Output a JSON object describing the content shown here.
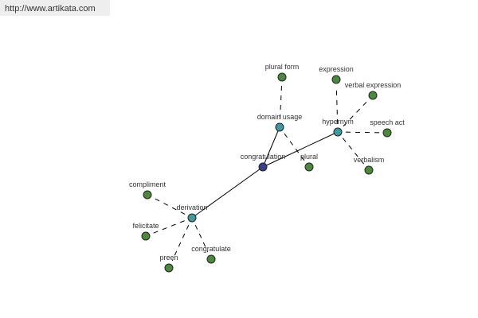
{
  "url": "http://www.artikata.com",
  "colors": {
    "center": "#33408a",
    "relation": "#3f9aa0",
    "leaf": "#4a8a3a"
  },
  "graph": {
    "center": "congratulation",
    "relations": [
      {
        "label": "domain usage",
        "leaves": [
          "plural form",
          "plural"
        ]
      },
      {
        "label": "hypernym",
        "leaves": [
          "expression",
          "verbal expression",
          "speech act",
          "verbalism"
        ]
      },
      {
        "label": "derivation",
        "leaves": [
          "compliment",
          "felicitate",
          "preen",
          "congratulate"
        ]
      }
    ]
  }
}
